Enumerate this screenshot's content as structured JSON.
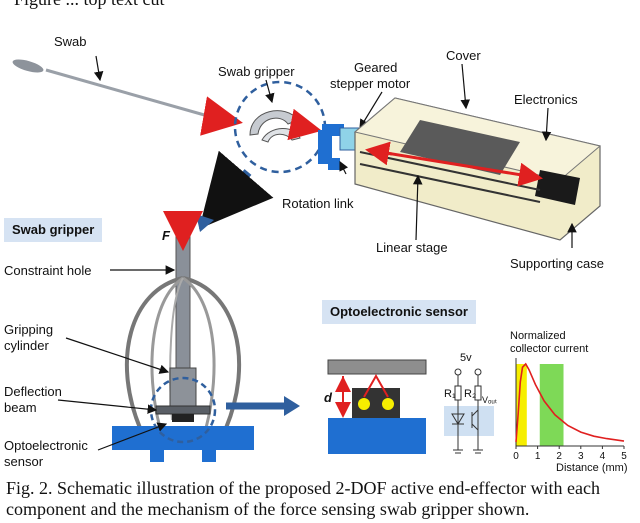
{
  "figure": {
    "top_fragment": "Figure ... top text cut",
    "labels": {
      "swab": "Swab",
      "swab_gripper": "Swab gripper",
      "geared_stepper_motor_1": "Geared",
      "geared_stepper_motor_2": "stepper motor",
      "cover": "Cover",
      "electronics": "Electronics",
      "rotation_link": "Rotation link",
      "linear_stage": "Linear stage",
      "supporting_case": "Supporting case",
      "force": "F",
      "constraint_hole": "Constraint hole",
      "gripping_cylinder_1": "Gripping",
      "gripping_cylinder_2": "cylinder",
      "deflection_beam_1": "Deflection",
      "deflection_beam_2": "beam",
      "optoelectronic_sensor_1": "Optoelectronic",
      "optoelectronic_sensor_2": "sensor",
      "distance_d": "d",
      "voltage": "5v",
      "r1": "R₁",
      "r2": "R₂",
      "vout": "Vₒᵤₜ"
    },
    "boxes": {
      "swab_gripper_title": "Swab gripper",
      "optoelectronic_sensor_title": "Optoelectronic sensor"
    },
    "caption": "Fig. 2.  Schematic illustration of the proposed 2-DOF active end-effector with each component and the mechanism of the force sensing swab gripper shown."
  },
  "colors": {
    "accent_red": "#e02020",
    "steel_blue": "#2f5f9e",
    "part_blue": "#1f6fd1",
    "label_box": "#d6e3f3",
    "yellow_band": "#f6ee00",
    "green_band": "#7ed957"
  },
  "chart_data": {
    "type": "line",
    "title": "",
    "ylabel": "Normalized collector current",
    "xlabel": "Distance (mm)",
    "xlim": [
      0,
      5
    ],
    "x_ticks": [
      "0",
      "1",
      "2",
      "3",
      "4",
      "5"
    ],
    "series": [
      {
        "x": [
          0,
          0.1,
          0.2,
          0.3,
          0.45,
          0.6,
          0.9,
          1.3,
          1.8,
          2.4,
          3.0,
          3.6,
          4.2,
          5.0
        ],
        "values": [
          0.05,
          0.4,
          0.78,
          0.96,
          1.0,
          0.93,
          0.75,
          0.55,
          0.38,
          0.25,
          0.17,
          0.12,
          0.09,
          0.06
        ]
      }
    ],
    "bands": [
      {
        "from": 0,
        "to": 0.5,
        "color": "yellow"
      },
      {
        "from": 1.1,
        "to": 2.2,
        "color": "green"
      }
    ]
  }
}
